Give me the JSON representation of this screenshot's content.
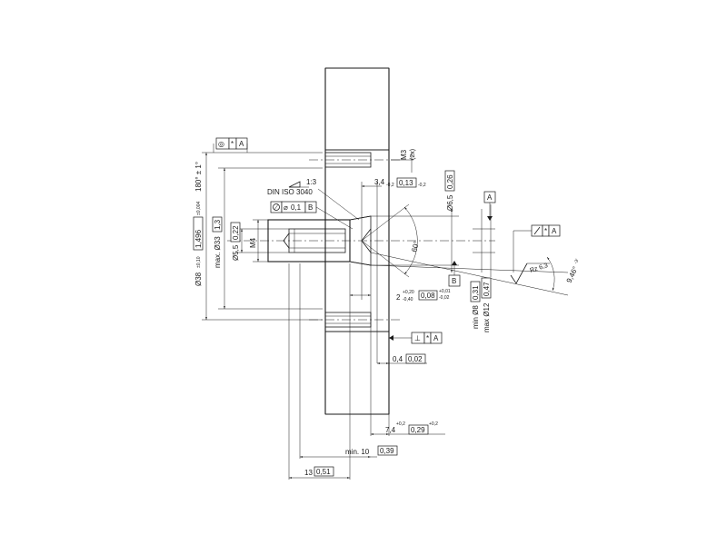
{
  "title": "",
  "drawing": {
    "hatch_color": "#1a1a1a",
    "line_color": "#1a1a1a",
    "background": "#ffffff"
  },
  "annotations": {
    "m3": "M3",
    "m3_qty": "(2x)",
    "taper_ratio": "1:3",
    "din_iso": "DIN ISO 3040",
    "dim_34": "3,4",
    "dim_34_tol": "-0,2",
    "dim_013": "0,13",
    "dim_013_tol": "-0,2",
    "dim_65": "Ø6,5",
    "dim_026": "0,26",
    "dim_m4": "M4",
    "dim_55": "Ø5,5",
    "dim_022": "0,22",
    "dim_max33": "max. Ø33",
    "dim_13in": "1,3",
    "dim_38": "Ø38",
    "dim_38_tol": "±0,10",
    "dim_1496": "1,496",
    "dim_1496_tol": "±0,004",
    "dim_180": "180° ± 1°",
    "angle_60": "60°",
    "dim_2": "2",
    "dim_2_tol_up": "+0,20",
    "dim_2_tol_dn": "-0,40",
    "dim_008": "0,08",
    "dim_008_tol_up": "+0,01",
    "dim_008_tol_dn": "-0,02",
    "dim_min8": "min Ø8",
    "dim_031": "0,31",
    "dim_max12": "max Ø12",
    "dim_047": "0,47",
    "rz": "Rz 6,3",
    "angle_946": "9,46°",
    "angle_946_tol": "-3'",
    "dim_04": "0,4",
    "dim_002": "0,02",
    "dim_74": "7,4",
    "dim_74_tol": "+0,2",
    "dim_029": "0,29",
    "dim_029_tol": "+0,2",
    "dim_min10": "min. 10",
    "dim_039": "0,39",
    "dim_13": "13",
    "dim_051": "0,51"
  },
  "gdt": {
    "concentric": {
      "symbol": "◎",
      "value": "*",
      "datum": "A"
    },
    "position": {
      "symbol": "⌀",
      "value": "0,1",
      "datum": "B"
    },
    "runout": {
      "symbol": "↗",
      "value": "*",
      "datum": "A"
    },
    "perpendicular": {
      "symbol": "⊥",
      "value": "*",
      "datum": "A"
    },
    "datum_a": "A",
    "datum_b": "B"
  }
}
